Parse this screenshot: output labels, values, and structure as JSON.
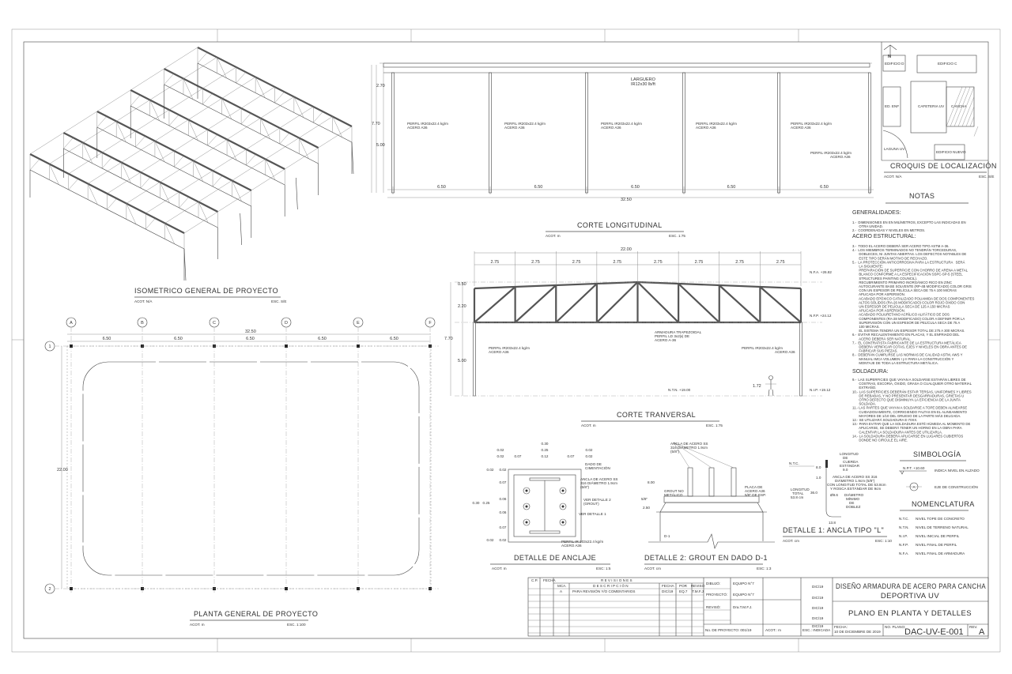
{
  "isometric": {
    "title": "ISOMETRICO   GENERAL  DE  PROYECTO",
    "acot": "ACOT. N/A",
    "esc": "ESC. S/E"
  },
  "corte_longitudinal": {
    "title": "CORTE  LONGITUDINAL",
    "acot": "ACOT. m",
    "esc": "ESC. 1:75",
    "spans": [
      "6.50",
      "6.50",
      "6.50",
      "6.50",
      "6.50"
    ],
    "total": "32.50",
    "heights": [
      "2.70",
      "7.70",
      "5.00"
    ],
    "larguero": [
      "LARGUERO",
      "IR12x30 lb/ft"
    ],
    "perfil": [
      "PERFIL IR203x22.4 kg/m",
      "ACERO A36"
    ]
  },
  "corte_transversal": {
    "title": "CORTE  TRANVERSAL",
    "acot": "ACOT. m",
    "esc": "ESC. 1:75",
    "total": "22.00",
    "span": "2.75",
    "heights": [
      "0.50",
      "2.20",
      "7.70",
      "5.00",
      "1.72"
    ],
    "armadura": [
      "ARMADURA TRAPEZOIDAL",
      "PERFIL LD 3x2|x| DE",
      "ACERO A-36"
    ],
    "perfil": [
      "PERFIL IR203x22.4 kg/m",
      "ACERO A36"
    ],
    "levels": {
      "nfa": "N.F.A. +26.82",
      "nfp": "N.F.P. +24.12",
      "nip": "N.I.P. +19.12",
      "ntn": "N.T.N. +19.00"
    }
  },
  "planta": {
    "title": "PLANTA  GENERAL  DE  PROYECTO",
    "acot": "ACOT. m",
    "esc": "ESC. 1:100",
    "axes_x": [
      "A",
      "B",
      "C",
      "D",
      "E",
      "F"
    ],
    "axes_y": [
      "1",
      "2"
    ],
    "span": "6.50",
    "total": "32.50",
    "depth": "22.00"
  },
  "detalle_anclaje": {
    "title": "DETALLE  DE  ANCLAJE",
    "acot": "ACOT. m",
    "esc": "ESC: 1:5",
    "dims_top": [
      "0.30",
      "0.02",
      "0.25",
      "0.02",
      "0.02",
      "0.07",
      "0.12",
      "0.07",
      "0.02"
    ],
    "dims_left": [
      "0.02",
      "0.02",
      "0.07",
      "0.06",
      "0.06",
      "0.07",
      "0.02",
      "0.02",
      "0.30",
      "0.25"
    ],
    "labels": [
      "DADO DE",
      "CIMENTACIÓN",
      "ANCLA DE ACERO SS",
      "316 DIÁMETRO 1.9cm",
      "(5/8\")",
      "VER DETALLE 2",
      "(GROUT)",
      "VER DETALLE 1",
      "PERFIL IR 203x22.4 kg/m",
      "ACERO A36"
    ]
  },
  "detalle_grout": {
    "title": "DETALLE  2:  GROUT  EN  DADO  D-1",
    "acot": "ACOT. cm",
    "esc": "ESC: 1:3",
    "labels": [
      "ANCLA DE ACERO SS",
      "316 DIÁMETRO 1.9cm",
      "(5/8\")",
      "8.00",
      "GROUT NO",
      "METÁLICO",
      "PLACA DE",
      "ACERO A36",
      "5/8\" DE ESP.",
      "5/8\"",
      "2.50",
      "D-1"
    ]
  },
  "detalle_ancla": {
    "title": "DETALLE  1:  ANCLA  TIPO  \"L\"",
    "acot": "ACOT. cm",
    "esc": "ESC: 1:10",
    "labels": [
      "N.T.C.",
      "8.0",
      "1.0",
      "36.0",
      "LONGITUD",
      "TOTAL",
      "53.8 cm",
      "LONGITUD",
      "DE",
      "CUERDA",
      "ESTÁNDAR",
      "9.0",
      "ANCLA DE ACERO SS 316",
      "DIÁMETRO 1.9cm (5/8\")",
      "CON LONGITUD TOTAL DE 53.8cm",
      "Y ROSCA ESTÁNDAR DE 9cm",
      "Ø9.6",
      "DIÁMETRO",
      "MÍNIMO",
      "DE",
      "DOBLEZ",
      "13.8"
    ]
  },
  "croquis": {
    "title": "CROQUIS  DE  LOCALIZACIÓN",
    "acot": "ACOT. N/A",
    "esc": "ESC. S/E",
    "north": "N",
    "buildings": [
      "EDIFICIO D",
      "EDIFICIO C",
      "ED. ENF",
      "CAFETERIA UV",
      "CANCHA",
      "LAGUNA UV",
      "EDIFICIO NUEVO"
    ]
  },
  "notas": {
    "title": "NOTAS",
    "sections": [
      {
        "heading": "GENERALIDADES:",
        "lines": [
          "1.-  DIMENSIONES EN EN MILÍMETROS, EXCEPTO LAS INDICADAS EN",
          "       OTRA UNIDAD.",
          "2.-  COORDENADAS Y NIVELES EN METROS."
        ]
      },
      {
        "heading": "ACERO  ESTRUCTURAL:",
        "lines": [
          "3.-  TODO EL ACERO DEBERÁ SER ACERO TIPO ASTM A-36.",
          "4.-  LOS MIEMBROS TERMINADOS NO TENDRÁN TORCEDURAS,",
          "       DOBLECES, NI JUNTAS ABIERTAS. LOS DEFECTOS NOTABLES DE",
          "       ESTE TIPO SERÁN MOTIVO DE RECHAZO.",
          "5.-  LA PROTECCIÓN ANTICORROSIVA PARA LA ESTRUCTURA   SERÁ",
          "       LA SIGUIENTE:",
          "       PREPARACIÓN DE SUPERFICIE CON CHORRO DE ARENA A METAL",
          "       BLANCO CONFORME A LA ESPECIFICACIÓN SSPC-SP-5 (STEEL",
          "       STRUCTURES PAINTING COUNCIL).",
          "       RECUBRIMIENTO PRIMARIO INORGÁNICO RICO EN ZINC",
          "       AUTOCURANTE BASE SOLVENTE (RP-4B MODIFICADO) COLOR GRIS",
          "       CON UN ESPESOR DE PELÍCULA SECA DE 75 A 100 MICRAS",
          "       APLICADA POR ASPERSIÓN.",
          "       ACABADO EPÓXICO CATALIZADO POLIAMIDA DE DOS COMPONENTES",
          "       ALTOS SÓLIDOS (RA-26 MODIFICADO) COLOR ROJO ÓXIDO CON",
          "       UN ESPESOR DE PELÍCULA SECA DE 125 A 150 MICRAS",
          "       APLICADA POR ASPERSIÓN.",
          "       ACABADO POLIURETANO ACRÍLICO ALIFÁTICO DE DOS",
          "       COMPONENTES (RA-28 MODIFICADO) COLOR A DEFINIR POR LA",
          "       SUPERVISIÓN CON UN ESPESOR DE PELÍCULA SECA DE 75 A",
          "       100 MICRAS.",
          "       EL SISTEMA TENDRÁ UN ESPESOR TOTAL DE 275 A 300 MICRAS.",
          "6.-  EVITAR RECALENTAMIENTO EN PLACAS, Y EL ENFRIADO DEL",
          "       ACERO DEBERÁ SER NATURAL.",
          "7.-  EL CONTRATISTA FABRICANTE DE LA ESTRUCTURA METÁLICA",
          "       DEBERÁ VERIFICAR COTAS, EJES Y NIVELES EN OBRA ANTES DE",
          "       FABRICAR SUS PIEZAS.",
          "8.-  DEBERÁN CUMPLIRSE LAS NORMAS DE CALIDAD ASTM, AWS Y",
          "       MANUAL IMCA VOLUMEN I y II PARA LA CONSTRUCCIÓN Y",
          "       MONTAJE DE TODA LA ESTRUCTURA METÁLICA."
        ]
      },
      {
        "heading": "SOLDADURA:",
        "lines": [
          "9.-  LAS SUPERFICIES QUE VAYAN A SOLDARSE ESTARÁN LIBRES DE",
          "       COSTRAS, ESCORIA, ÓXIDO, GRASA O CUALQUIER OTRO MATERIAL",
          "       EXTRAÑO.",
          "10.- LAS SUPERFICIES DEBERÁN ESTAR TERSAS, UNIFORMES Y LIBRES",
          "       DE REBABAS, Y NO PRESENTAR DESGARRADURAS, GRIETAS U",
          "       OTRO DEFECTO QUE DISMINUYA LA EFICIENCIA DE LA JUNTA",
          "       SOLDADA.",
          "11.- LAS PARTES QUE VAYAN A SOLDARSE A TOPE DEBEN ALINEARSE",
          "       CUIDADOSAMENTE, CORRIGIENDO FALTAS EN EL ALINEAMIENTO",
          "       MAYORES DE 1/10 DEL GRUESO DE LA PARTE MÁS DELGADA.",
          "12.- SE UTILIZARÁ SOLDADURA E-70XX.",
          "13.- PARA EVITAR QUE LA SOLDADURA ESTÉ HÚMEDA AL MOMENTO DE",
          "       APLICARSE, SE DEBERÁ TENER UN HORNO EN LA OBRA PARA",
          "       CALENTAR LA SOLDADURA ANTES DE UTILIZARLA.",
          "14.- LA SOLDADURA DEBERÁ APLICARSE EN LUGARES CUBIERTOS",
          "       DONDE NO CIRCULE EL AIRE."
        ]
      }
    ]
  },
  "simbologia": {
    "title": "SIMBOLOGÍA",
    "npt": "N.P.T. +10.60",
    "npt_desc": "INDICA NIVEL EN ALZADO",
    "axis": "A",
    "axis_desc": "EJE DE CONSTRUCCIÓN"
  },
  "nomenclatura": {
    "title": "NOMENCLATURA",
    "items": [
      {
        "code": "N.T.C.",
        "desc": "NIVEL TOPE DE CONCRETO"
      },
      {
        "code": "N.T.N.",
        "desc": "NIVEL DE TERRENO NATURAL"
      },
      {
        "code": "N.I.P.",
        "desc": "NIVEL INICIAL DE PERFIL"
      },
      {
        "code": "N.F.P.",
        "desc": "NIVEL FINAL DE PERFIL"
      },
      {
        "code": "N.F.A.",
        "desc": "NIVEL FINAL DE ARMADURA"
      }
    ]
  },
  "title_block": {
    "rev_headers": {
      "cp": "C.P.",
      "fecha": "FECHA",
      "revisiones": "R  E  V  I  S  I  O  N  E  S",
      "mca": "MCA.",
      "descripcion": "D E S C R I P C I Ó N",
      "fecha2": "FECHA",
      "por": "POR",
      "reviso": "REVISÓ"
    },
    "rev_row": {
      "mca": "A",
      "descripcion": "PARA REVISIÓN Y/O COMENTARIOS",
      "fecha": "DIC/19",
      "por": "EQ.7",
      "reviso": "T.M.F.J"
    },
    "dibujo_label": "DIBUJÓ:",
    "dibujo": "EQUIPO N°7",
    "proyecto_label": "PROYECTÓ:",
    "proyecto": "EQUIPO N°7",
    "reviso_label": "REVISÓ:",
    "reviso": "Dra.T.M.F.J.",
    "dates": [
      "DIC/19",
      "DIC/19",
      "DIC/19",
      "DIC/19",
      "DIC/19"
    ],
    "no_proyecto": "No. DE PROYECTO: 001/19",
    "acot": "ACOT.: m",
    "esc": "ESC.: INDICADA",
    "title1": "DISEÑO  ARMADURA  DE  ACERO  PARA  CANCHA",
    "title2": "DEPORTIVA  UV",
    "subtitle": "PLANO  EN  PLANTA  Y  DETALLES",
    "fecha_label": "FECHA:",
    "fecha": "10 DE DICIEMBRE DE 2019",
    "plano_label": "NO. PLANO:",
    "plano": "DAC-UV-E-001",
    "rev_label": "REV.",
    "rev": "A"
  }
}
